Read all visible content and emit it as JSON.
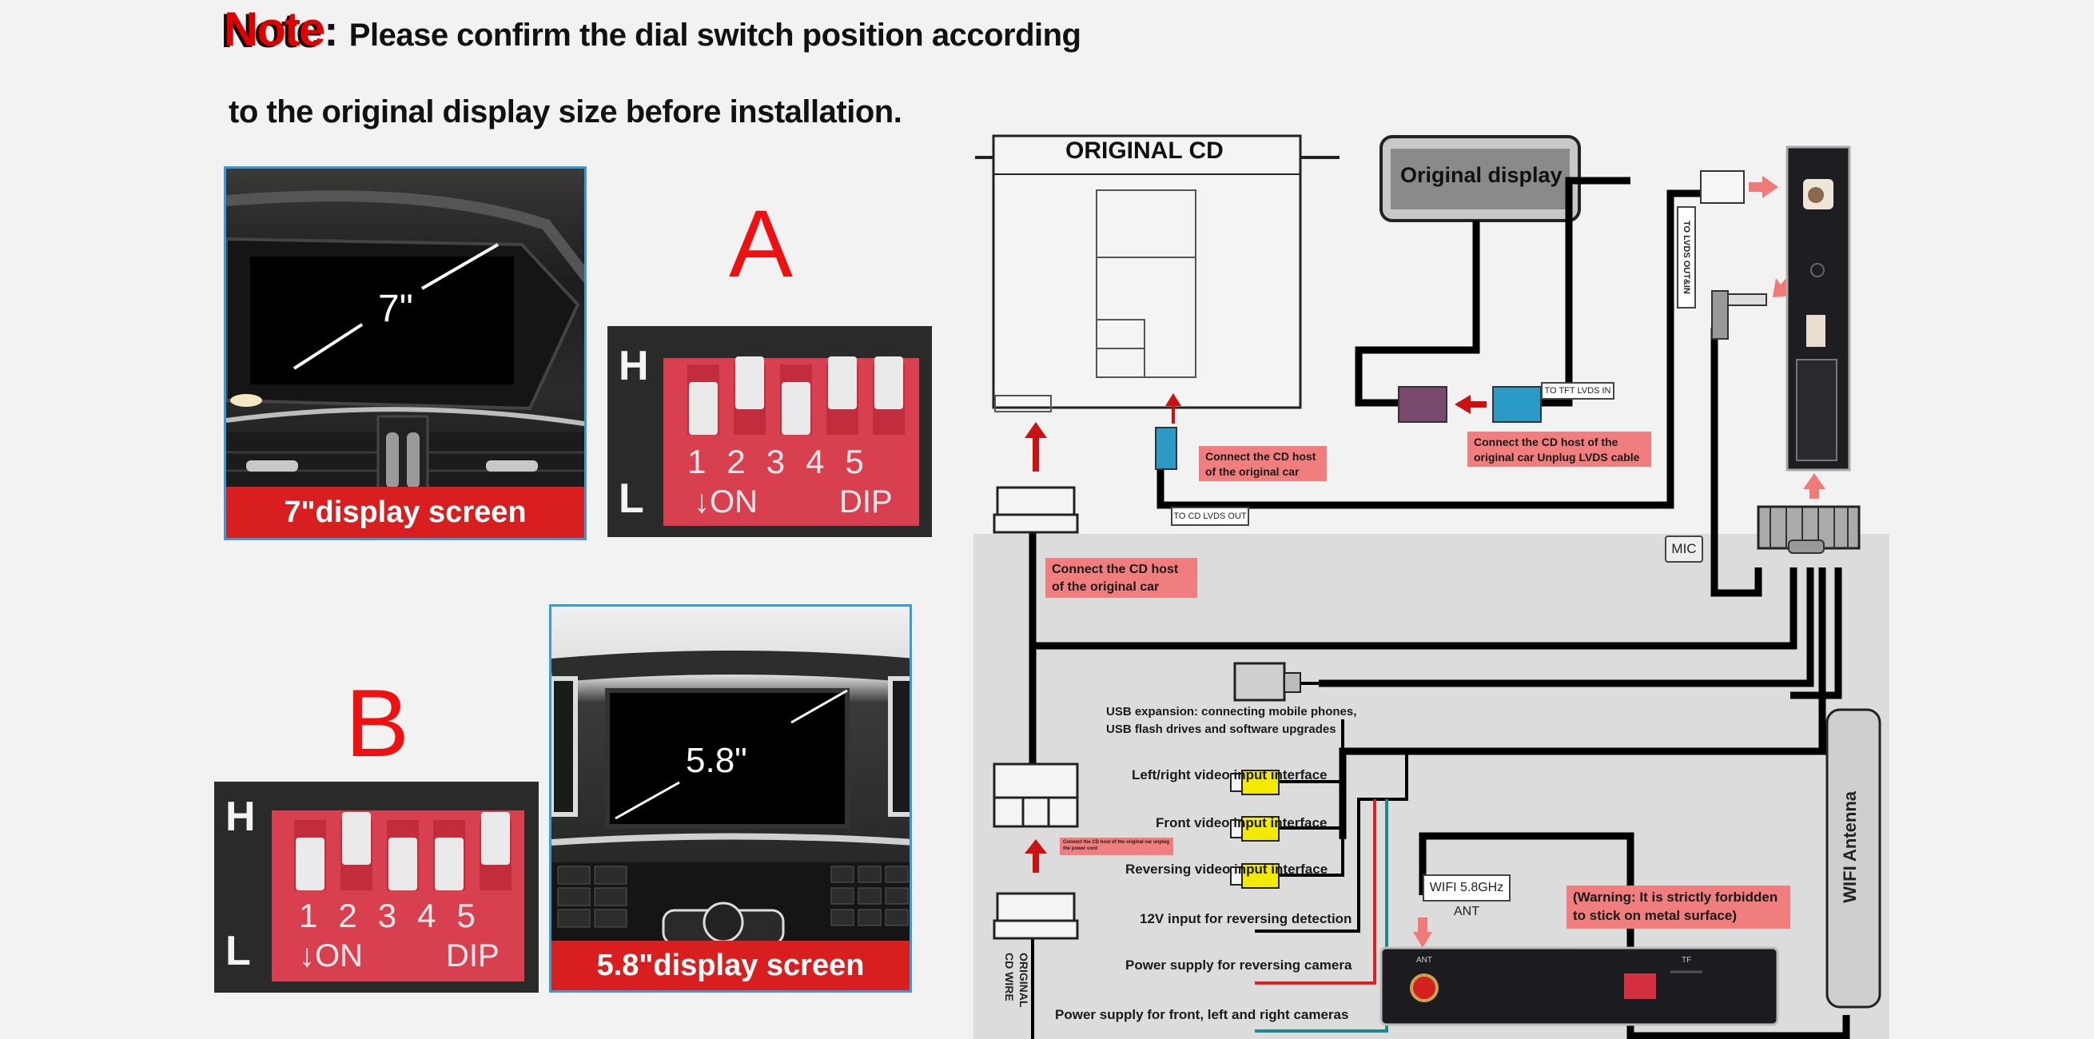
{
  "note": {
    "label": "Note",
    "colon": ":",
    "line1": "Please confirm the dial switch position according",
    "line2": "to the original display size before installation."
  },
  "option_a": {
    "letter": "A",
    "screen_size": "7\"",
    "caption": "7\"display screen",
    "dip": {
      "high_label": "H",
      "low_label": "L",
      "numbers": [
        "1",
        "2",
        "3",
        "4",
        "5"
      ],
      "on_label": "↓ON",
      "dip_label": "DIP",
      "positions": [
        "L",
        "H",
        "L",
        "H",
        "H"
      ]
    }
  },
  "option_b": {
    "letter": "B",
    "screen_size": "5.8\"",
    "caption": "5.8\"display screen",
    "dip": {
      "high_label": "H",
      "low_label": "L",
      "numbers": [
        "1",
        "2",
        "3",
        "4",
        "5"
      ],
      "on_label": "↓ON",
      "dip_label": "DIP",
      "positions": [
        "L",
        "H",
        "L",
        "L",
        "H"
      ]
    }
  },
  "diagram": {
    "original_cd": "ORIGINAL CD",
    "original_display": "Original display",
    "to_tft_lvds_in": "TO TFT LVDS IN",
    "to_lvds_out_in": "TO LVDS OUT&IN",
    "to_cd_lvds_out": "TO CD LVDS OUT",
    "connect_cd_host_1": "Connect the CD host of the original car",
    "connect_cd_host_lvds": "Connect the CD host of the original car Unplug LVDS cable",
    "connect_cd_host_2": "Connect the CD host of the original car",
    "connect_cd_host_power": "Connect the CD host of the original car unplug the power cord",
    "mic": "MIC",
    "usb_expansion": "USB expansion: connecting mobile phones, USB flash drives and software upgrades",
    "left_right_video": "Left/right video input interface",
    "front_video": "Front video input interface",
    "reversing_video": "Reversing video input interface",
    "reversing_detect": "12V input for reversing detection",
    "power_reversing_camera": "Power supply for reversing camera",
    "power_front_cameras": "Power supply for front, left and right cameras",
    "wifi_ant_tag": "WIFI 5.8GHz ANT",
    "warning": "(Warning: It is strictly forbidden to stick on metal surface)",
    "wifi_antenna": "WIFI Antenna",
    "original_cd_wire": "ORIGINAL CD WIRE",
    "box_ant": "ANT",
    "box_tf": "TF"
  },
  "colors": {
    "accent_red": "#e00000",
    "caption_red": "#d81e1e",
    "label_pink": "#f07e7e",
    "connector_blue": "#2a9bc7",
    "connector_purple": "#7a4a6e",
    "rca_yellow": "#f4ea00",
    "frame_blue": "#3a9ad9"
  }
}
